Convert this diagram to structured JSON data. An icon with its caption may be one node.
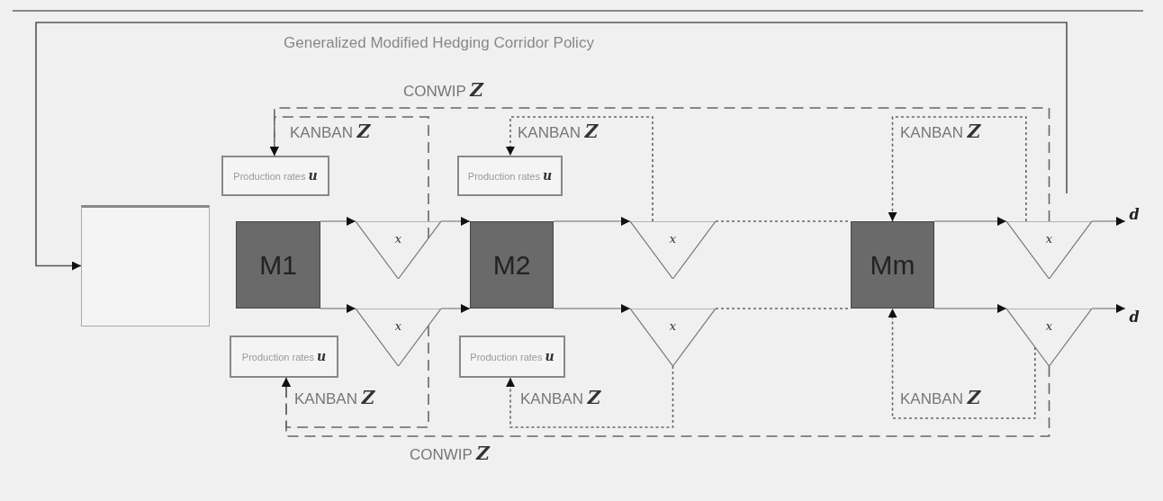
{
  "diagram": {
    "title": "Generalized Modified Hedging Corridor Policy",
    "nodes": [
      {
        "text": [],
        "shape": "box"
      },
      {
        "text": [
          "Production rates **u**"
        ]
      },
      {
        "text": [
          "M1"
        ]
      },
      {
        "text": [
          "Production rates **u**"
        ]
      },
      {
        "text": [
          "x"
        ]
      },
      {
        "text": [
          "x"
        ]
      },
      {
        "text": [
          "Production rates **u**"
        ]
      },
      {
        "text": [
          "M2"
        ]
      },
      {
        "text": [
          "Production rates **u**"
        ]
      },
      {
        "text": [
          "x"
        ]
      },
      {
        "text": [
          "x"
        ]
      },
      {
        "text": [
          "Mm"
        ]
      },
      {
        "text": [
          "x"
        ]
      },
      {
        "text": [
          "x"
        ]
      },
      {
        "text": [
          "d"
        ]
      },
      {
        "text": [
          "d"
        ]
      }
    ],
    "edges": [
      {
        "from": null,
        "to": 0,
        "arrow": "to"
      },
      {
        "from": 2,
        "to": 4,
        "arrow": "to"
      },
      {
        "from": 2,
        "to": 5,
        "arrow": "to"
      },
      {
        "from": 4,
        "to": 7,
        "arrow": "to"
      },
      {
        "from": 5,
        "to": 7,
        "arrow": "to"
      },
      {
        "from": 7,
        "to": 9,
        "arrow": "to"
      },
      {
        "from": 7,
        "to": 10,
        "arrow": "to"
      },
      {
        "from": 9,
        "to": 11,
        "arrow": "none",
        "style": "dashed"
      },
      {
        "from": 10,
        "to": 11,
        "arrow": "none",
        "style": "dashed"
      },
      {
        "from": 11,
        "to": 12,
        "arrow": "to"
      },
      {
        "from": 11,
        "to": 13,
        "arrow": "to"
      },
      {
        "from": 12,
        "to": 14,
        "arrow": "to"
      },
      {
        "from": 13,
        "to": 15,
        "arrow": "to"
      },
      {
        "from": 4,
        "to": 1,
        "arrow": "to",
        "style": "dashed"
      },
      {
        "from": 5,
        "to": 3,
        "arrow": "to",
        "style": "dashed"
      },
      {
        "from": 9,
        "to": 6,
        "arrow": "to",
        "style": "dashed"
      },
      {
        "from": 10,
        "to": 8,
        "arrow": "to",
        "style": "dashed"
      },
      {
        "from": 12,
        "to": 11,
        "arrow": "to",
        "style": "dashed"
      },
      {
        "from": 13,
        "to": 11,
        "arrow": "to",
        "style": "dashed"
      },
      {
        "from": 12,
        "to": 1,
        "arrow": "to",
        "style": "dashed"
      },
      {
        "from": 13,
        "to": 3,
        "arrow": "to",
        "style": "dashed"
      }
    ],
    "labels": [
      "CONWIP **Z**",
      "KANBAN **Z**",
      "KANBAN **Z**",
      "KANBAN **Z**",
      "KANBAN **Z**",
      "KANBAN **Z**",
      "KANBAN **Z**",
      "CONWIP **Z**"
    ]
  }
}
